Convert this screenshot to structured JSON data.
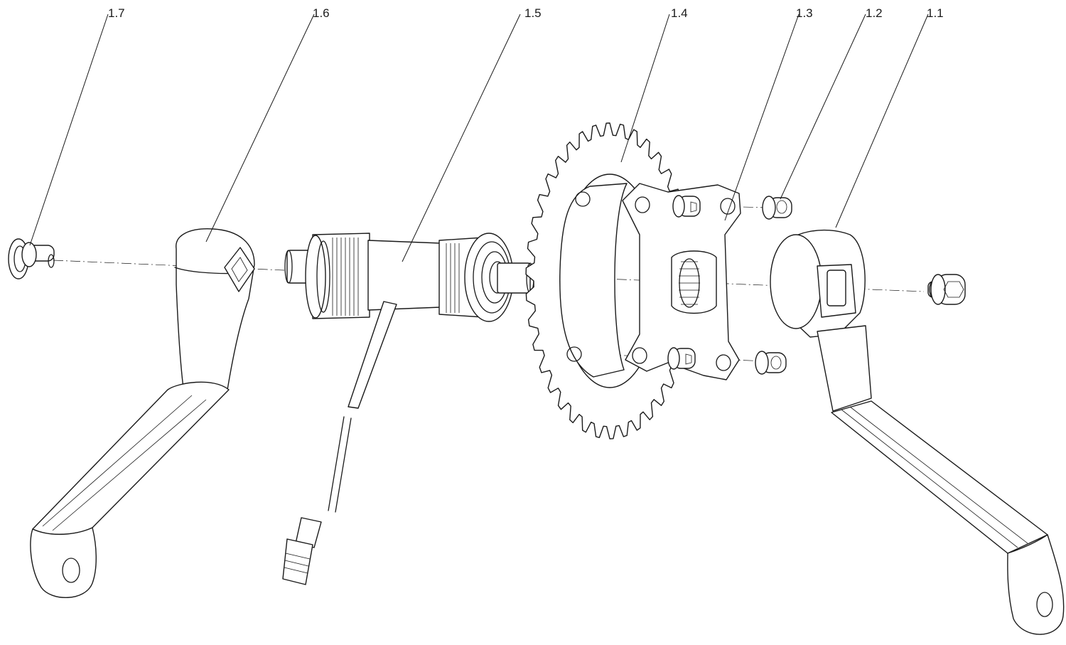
{
  "callouts": {
    "c1_7": "1.7",
    "c1_6": "1.6",
    "c1_5": "1.5",
    "c1_4": "1.4",
    "c1_3": "1.3",
    "c1_2": "1.2",
    "c1_1": "1.1"
  }
}
